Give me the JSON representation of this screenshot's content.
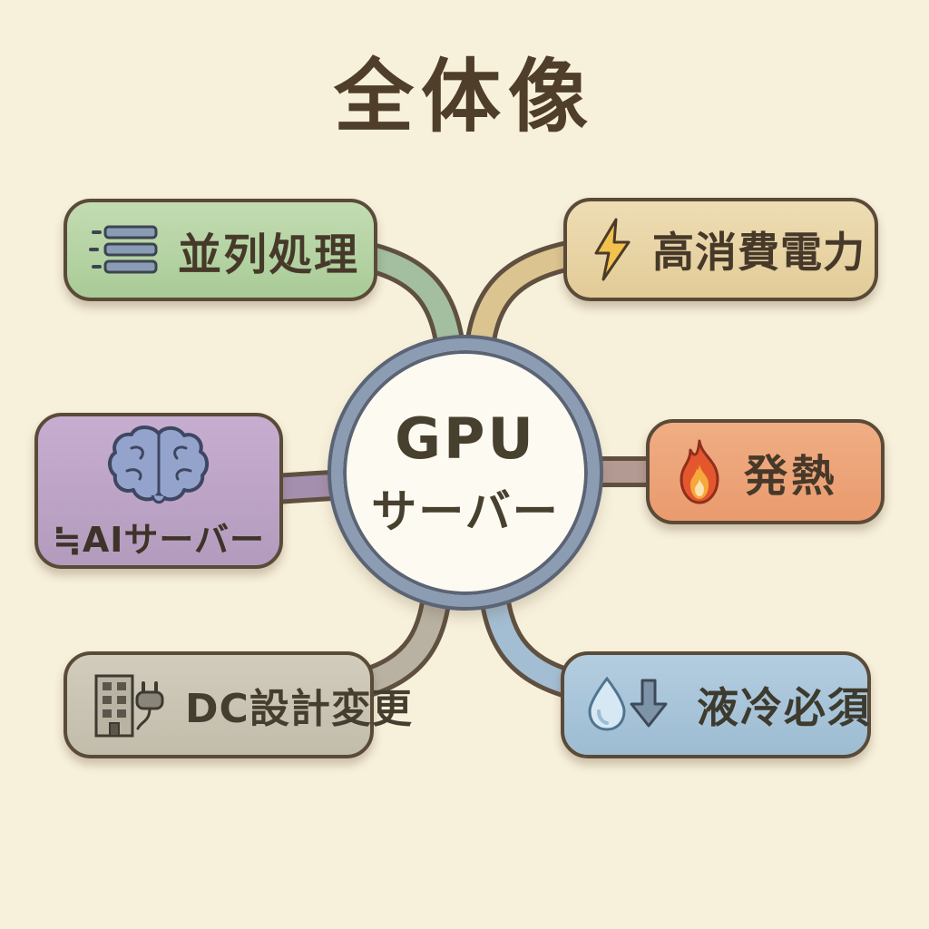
{
  "title": "全体像",
  "center": {
    "line1": "GPU",
    "line2": "サーバー"
  },
  "nodes": [
    {
      "id": "parallel-processing",
      "label": "並列処理",
      "icon": "server-stack-icon",
      "fill": "#b5d2a3",
      "connector": "#a3bfa0",
      "position": "top-left"
    },
    {
      "id": "high-power",
      "label": "高消費電力",
      "icon": "lightning-icon",
      "fill": "#e8d4a5",
      "connector": "#dcc491",
      "position": "top-right"
    },
    {
      "id": "ai-server",
      "label": "≒AIサーバー",
      "icon": "brain-icon",
      "fill": "#bda4c6",
      "connector": "#a48fae",
      "position": "mid-left"
    },
    {
      "id": "heat",
      "label": "発熱",
      "icon": "flame-icon",
      "fill": "#eca379",
      "connector": "#b39a93",
      "position": "mid-right"
    },
    {
      "id": "dc-redesign",
      "label": "DC設計変更",
      "icon": "building-plug-icon",
      "fill": "#cac4b4",
      "connector": "#b9b2a2",
      "position": "bottom-left"
    },
    {
      "id": "liquid-cooling",
      "label": "液冷必須",
      "icon": "droplet-down-arrow-icon",
      "fill": "#a8c4d8",
      "connector": "#a3bed2",
      "position": "bottom-right"
    }
  ],
  "colors": {
    "background": "#f7f0da",
    "title_text": "#4e3e2a",
    "node_border": "#5a4a38",
    "connector_outline": "#5f5040",
    "circle_ring": "#8c9cb2",
    "circle_ring_edge": "#5b6475",
    "circle_fill": "#fdfaf1",
    "label_text": "#46392a"
  }
}
